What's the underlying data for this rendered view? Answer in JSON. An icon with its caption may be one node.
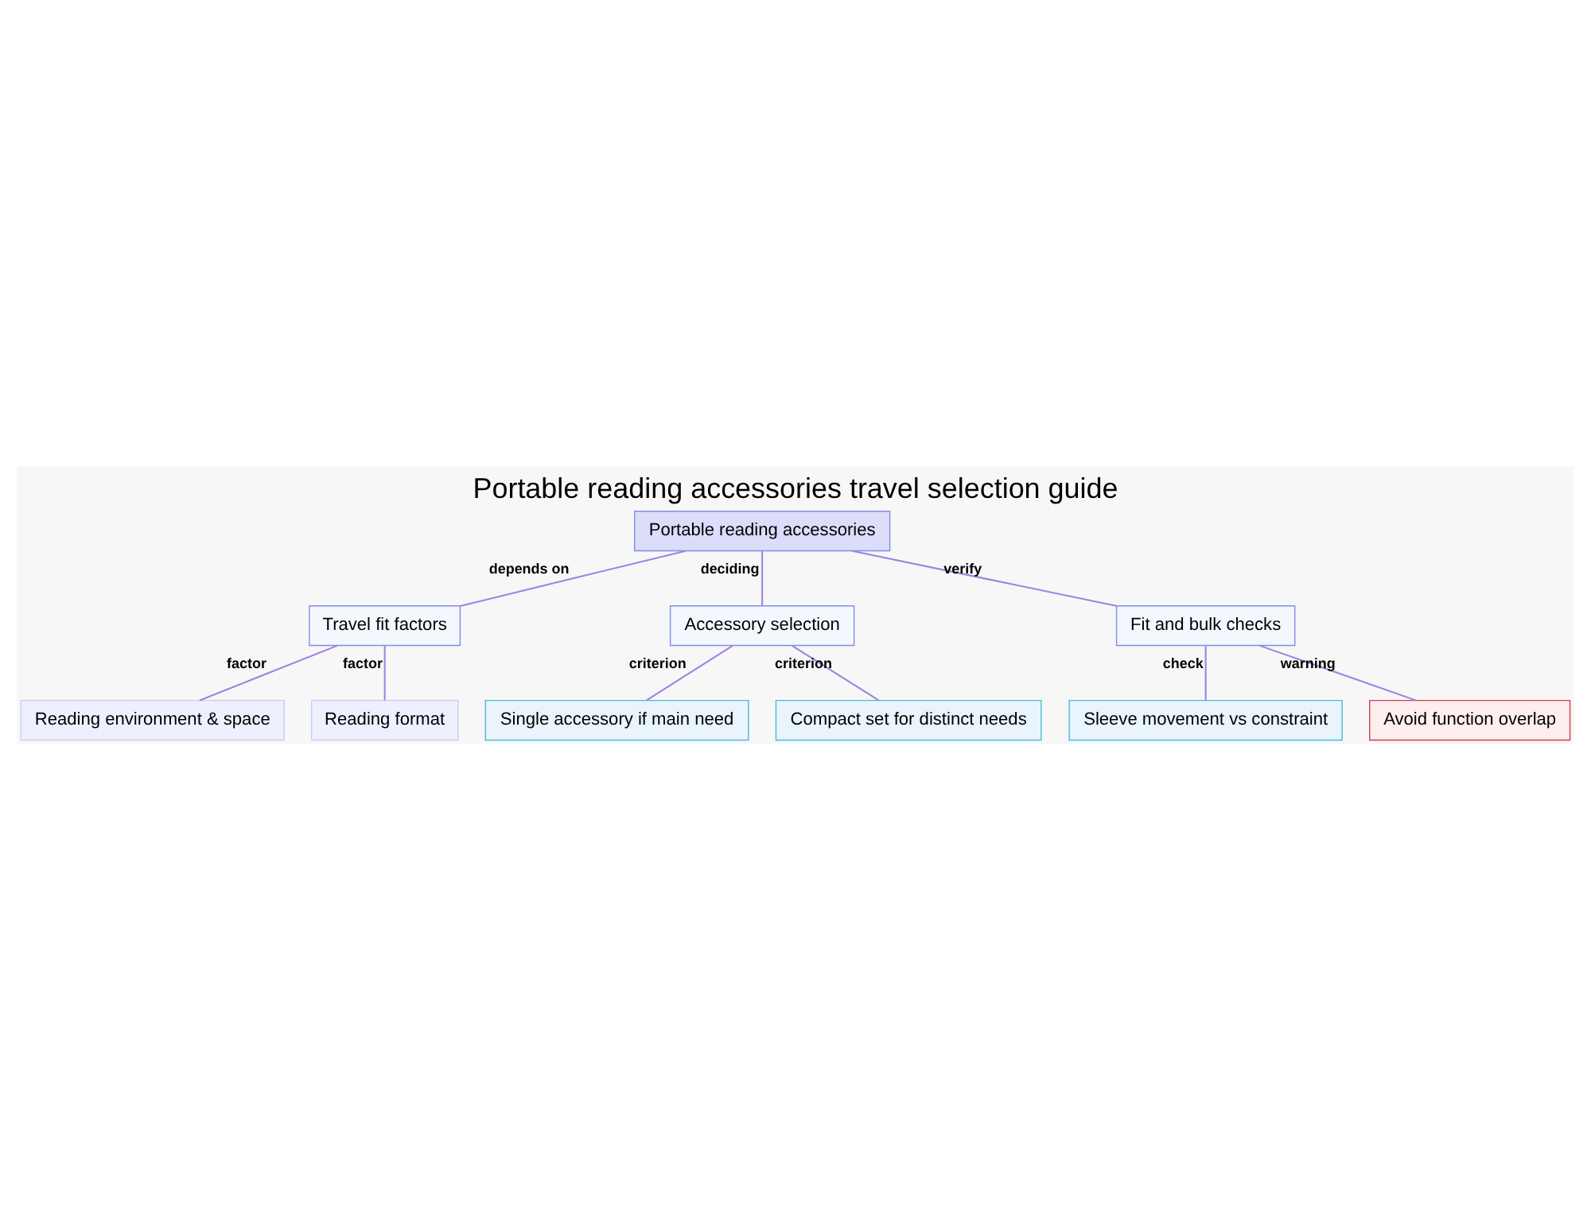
{
  "diagram": {
    "title": "Portable reading accessories travel selection guide",
    "nodes": [
      {
        "text": [
          "Portable reading accessories"
        ]
      },
      {
        "text": [
          "Travel fit factors"
        ]
      },
      {
        "text": [
          "Accessory selection"
        ]
      },
      {
        "text": [
          "Fit and bulk checks"
        ]
      },
      {
        "text": [
          "Reading environment & space"
        ]
      },
      {
        "text": [
          "Reading format"
        ]
      },
      {
        "text": [
          "Single accessory if main need"
        ]
      },
      {
        "text": [
          "Compact set for distinct needs"
        ]
      },
      {
        "text": [
          "Sleeve movement vs constraint"
        ]
      },
      {
        "text": [
          "Avoid function overlap"
        ]
      }
    ],
    "edges": [
      {
        "from": 0,
        "to": 1,
        "arrow": "none",
        "label": "depends on"
      },
      {
        "from": 0,
        "to": 2,
        "arrow": "none",
        "label": "deciding"
      },
      {
        "from": 0,
        "to": 3,
        "arrow": "none",
        "label": "verify"
      },
      {
        "from": 1,
        "to": 4,
        "arrow": "none",
        "label": "factor"
      },
      {
        "from": 1,
        "to": 5,
        "arrow": "none",
        "label": "factor"
      },
      {
        "from": 2,
        "to": 6,
        "arrow": "none",
        "label": "criterion"
      },
      {
        "from": 2,
        "to": 7,
        "arrow": "none",
        "label": "criterion"
      },
      {
        "from": 3,
        "to": 8,
        "arrow": "none",
        "label": "check"
      },
      {
        "from": 3,
        "to": 9,
        "arrow": "none",
        "label": "warning"
      }
    ]
  }
}
